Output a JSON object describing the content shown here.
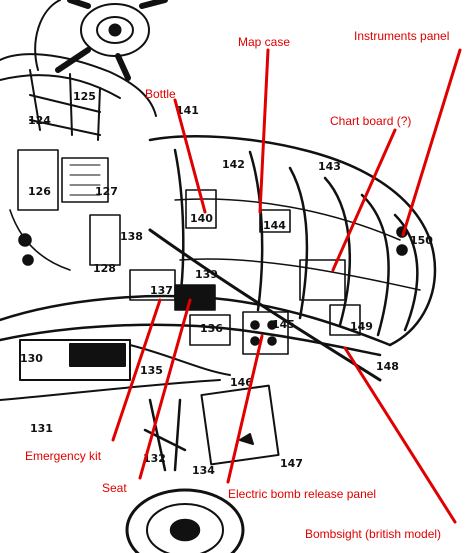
{
  "colors": {
    "callout": "#e00000",
    "ink": "#111111",
    "paper": "#ffffff"
  },
  "callouts": [
    {
      "id": "map-case",
      "text": "Map case"
    },
    {
      "id": "instruments-panel",
      "text": "Instruments panel"
    },
    {
      "id": "bottle",
      "text": "Bottle"
    },
    {
      "id": "chart-board",
      "text": "Chart board (?)"
    },
    {
      "id": "emergency-kit",
      "text": "Emergency kit"
    },
    {
      "id": "seat",
      "text": "Seat"
    },
    {
      "id": "electric-bomb-release-panel",
      "text": "Electric bomb release panel"
    },
    {
      "id": "bombsight",
      "text": "Bombsight (british model)"
    }
  ],
  "part_numbers": [
    "125",
    "124",
    "126",
    "127",
    "128",
    "138",
    "141",
    "142",
    "143",
    "140",
    "144",
    "150",
    "139",
    "137",
    "136",
    "145",
    "149",
    "130",
    "135",
    "146",
    "148",
    "131",
    "132",
    "134",
    "147"
  ]
}
